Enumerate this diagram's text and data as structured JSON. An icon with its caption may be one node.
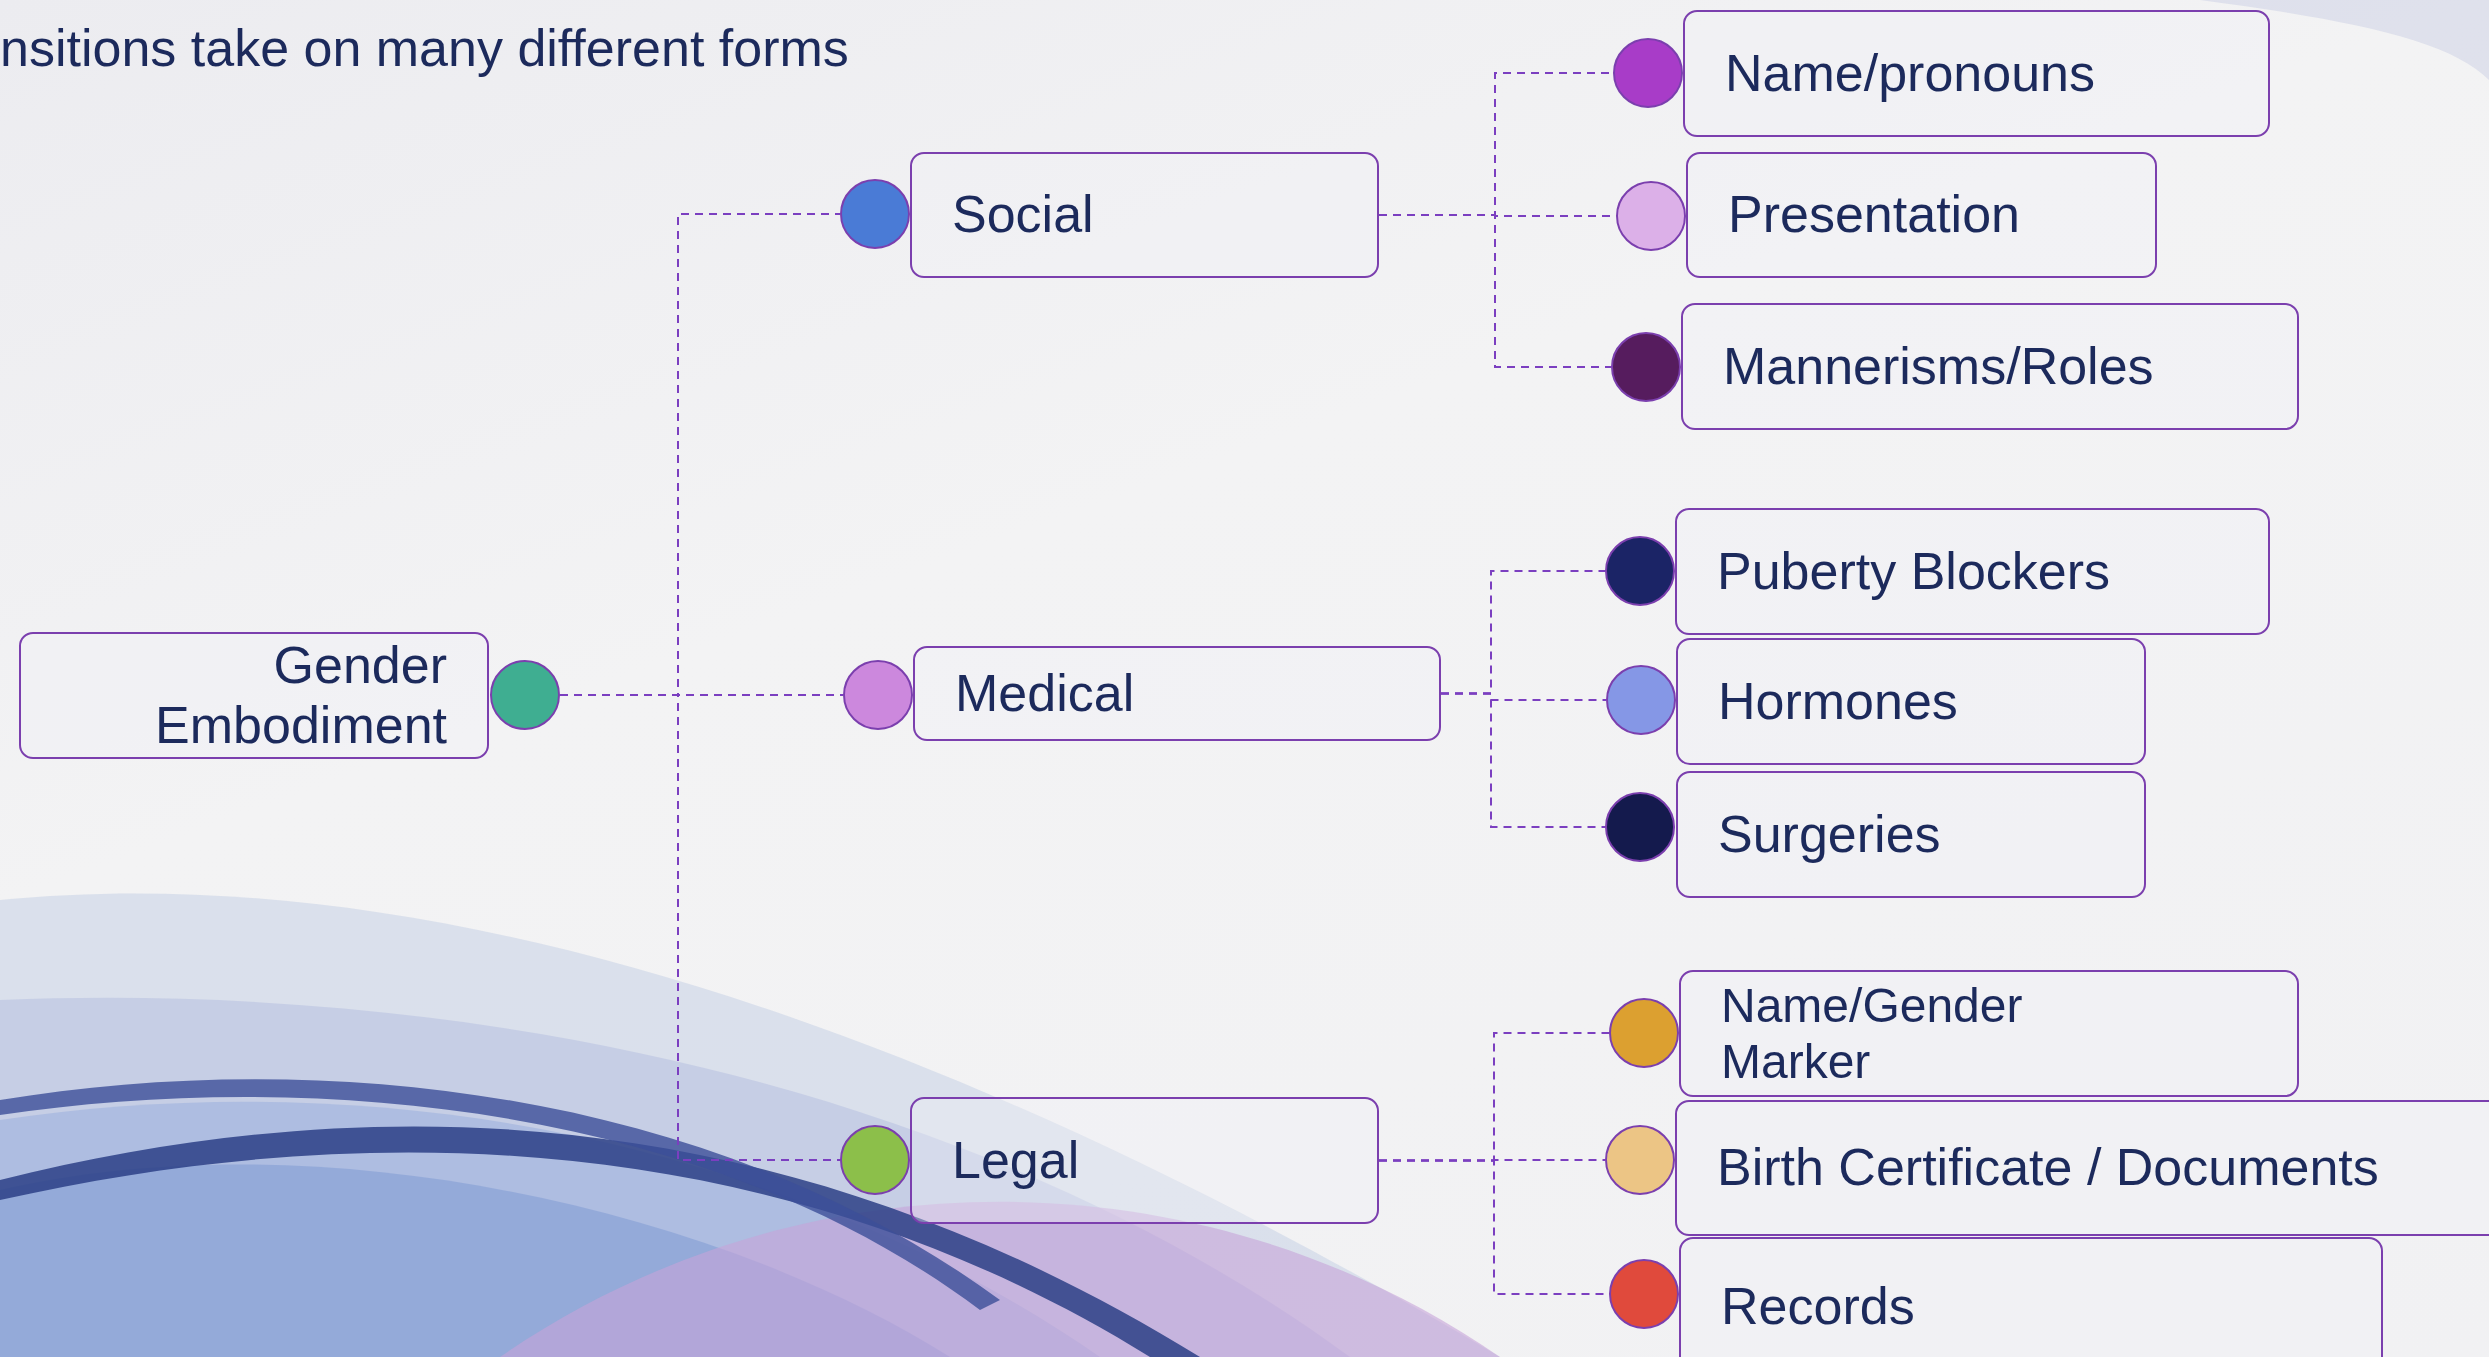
{
  "diagram": {
    "title": "nsitions take on many different forms",
    "nodes": [
      {
        "text": [
          "Gender Embodiment"
        ]
      },
      {
        "text": [],
        "shape": "circle"
      },
      {
        "text": [],
        "shape": "circle"
      },
      {
        "text": [
          "Social"
        ]
      },
      {
        "text": [],
        "shape": "circle"
      },
      {
        "text": [
          "Medical"
        ]
      },
      {
        "text": [],
        "shape": "circle"
      },
      {
        "text": [
          "Legal"
        ]
      },
      {
        "text": [],
        "shape": "circle"
      },
      {
        "text": [
          "Name/pronouns"
        ]
      },
      {
        "text": [],
        "shape": "circle"
      },
      {
        "text": [
          "Presentation"
        ]
      },
      {
        "text": [],
        "shape": "circle"
      },
      {
        "text": [
          "Mannerisms/Roles"
        ]
      },
      {
        "text": [],
        "shape": "circle"
      },
      {
        "text": [
          "Puberty Blockers"
        ]
      },
      {
        "text": [],
        "shape": "circle"
      },
      {
        "text": [
          "Hormones"
        ]
      },
      {
        "text": [],
        "shape": "circle"
      },
      {
        "text": [
          "Surgeries"
        ]
      },
      {
        "text": [],
        "shape": "circle"
      },
      {
        "text": [
          "Name/Gender Marker"
        ]
      },
      {
        "text": [],
        "shape": "circle"
      },
      {
        "text": [
          "Birth Certificate / Documents"
        ]
      },
      {
        "text": [],
        "shape": "circle"
      },
      {
        "text": [
          "Records"
        ]
      }
    ],
    "edges": [
      {
        "from": 1,
        "to": 2,
        "arrow": "none",
        "style": "dashed"
      },
      {
        "from": 1,
        "to": 4,
        "arrow": "none",
        "style": "dashed"
      },
      {
        "from": 1,
        "to": 6,
        "arrow": "none",
        "style": "dashed"
      },
      {
        "from": 3,
        "to": 8,
        "arrow": "none",
        "style": "dashed"
      },
      {
        "from": 3,
        "to": 10,
        "arrow": "none",
        "style": "dashed"
      },
      {
        "from": 3,
        "to": 12,
        "arrow": "none",
        "style": "dashed"
      },
      {
        "from": 5,
        "to": 14,
        "arrow": "none",
        "style": "dashed"
      },
      {
        "from": 5,
        "to": 16,
        "arrow": "none",
        "style": "dashed"
      },
      {
        "from": 5,
        "to": 18,
        "arrow": "none",
        "style": "dashed"
      },
      {
        "from": 7,
        "to": 20,
        "arrow": "none",
        "style": "dashed"
      },
      {
        "from": 7,
        "to": 22,
        "arrow": "none",
        "style": "dashed"
      },
      {
        "from": 7,
        "to": 24,
        "arrow": "none",
        "style": "dashed"
      }
    ]
  }
}
